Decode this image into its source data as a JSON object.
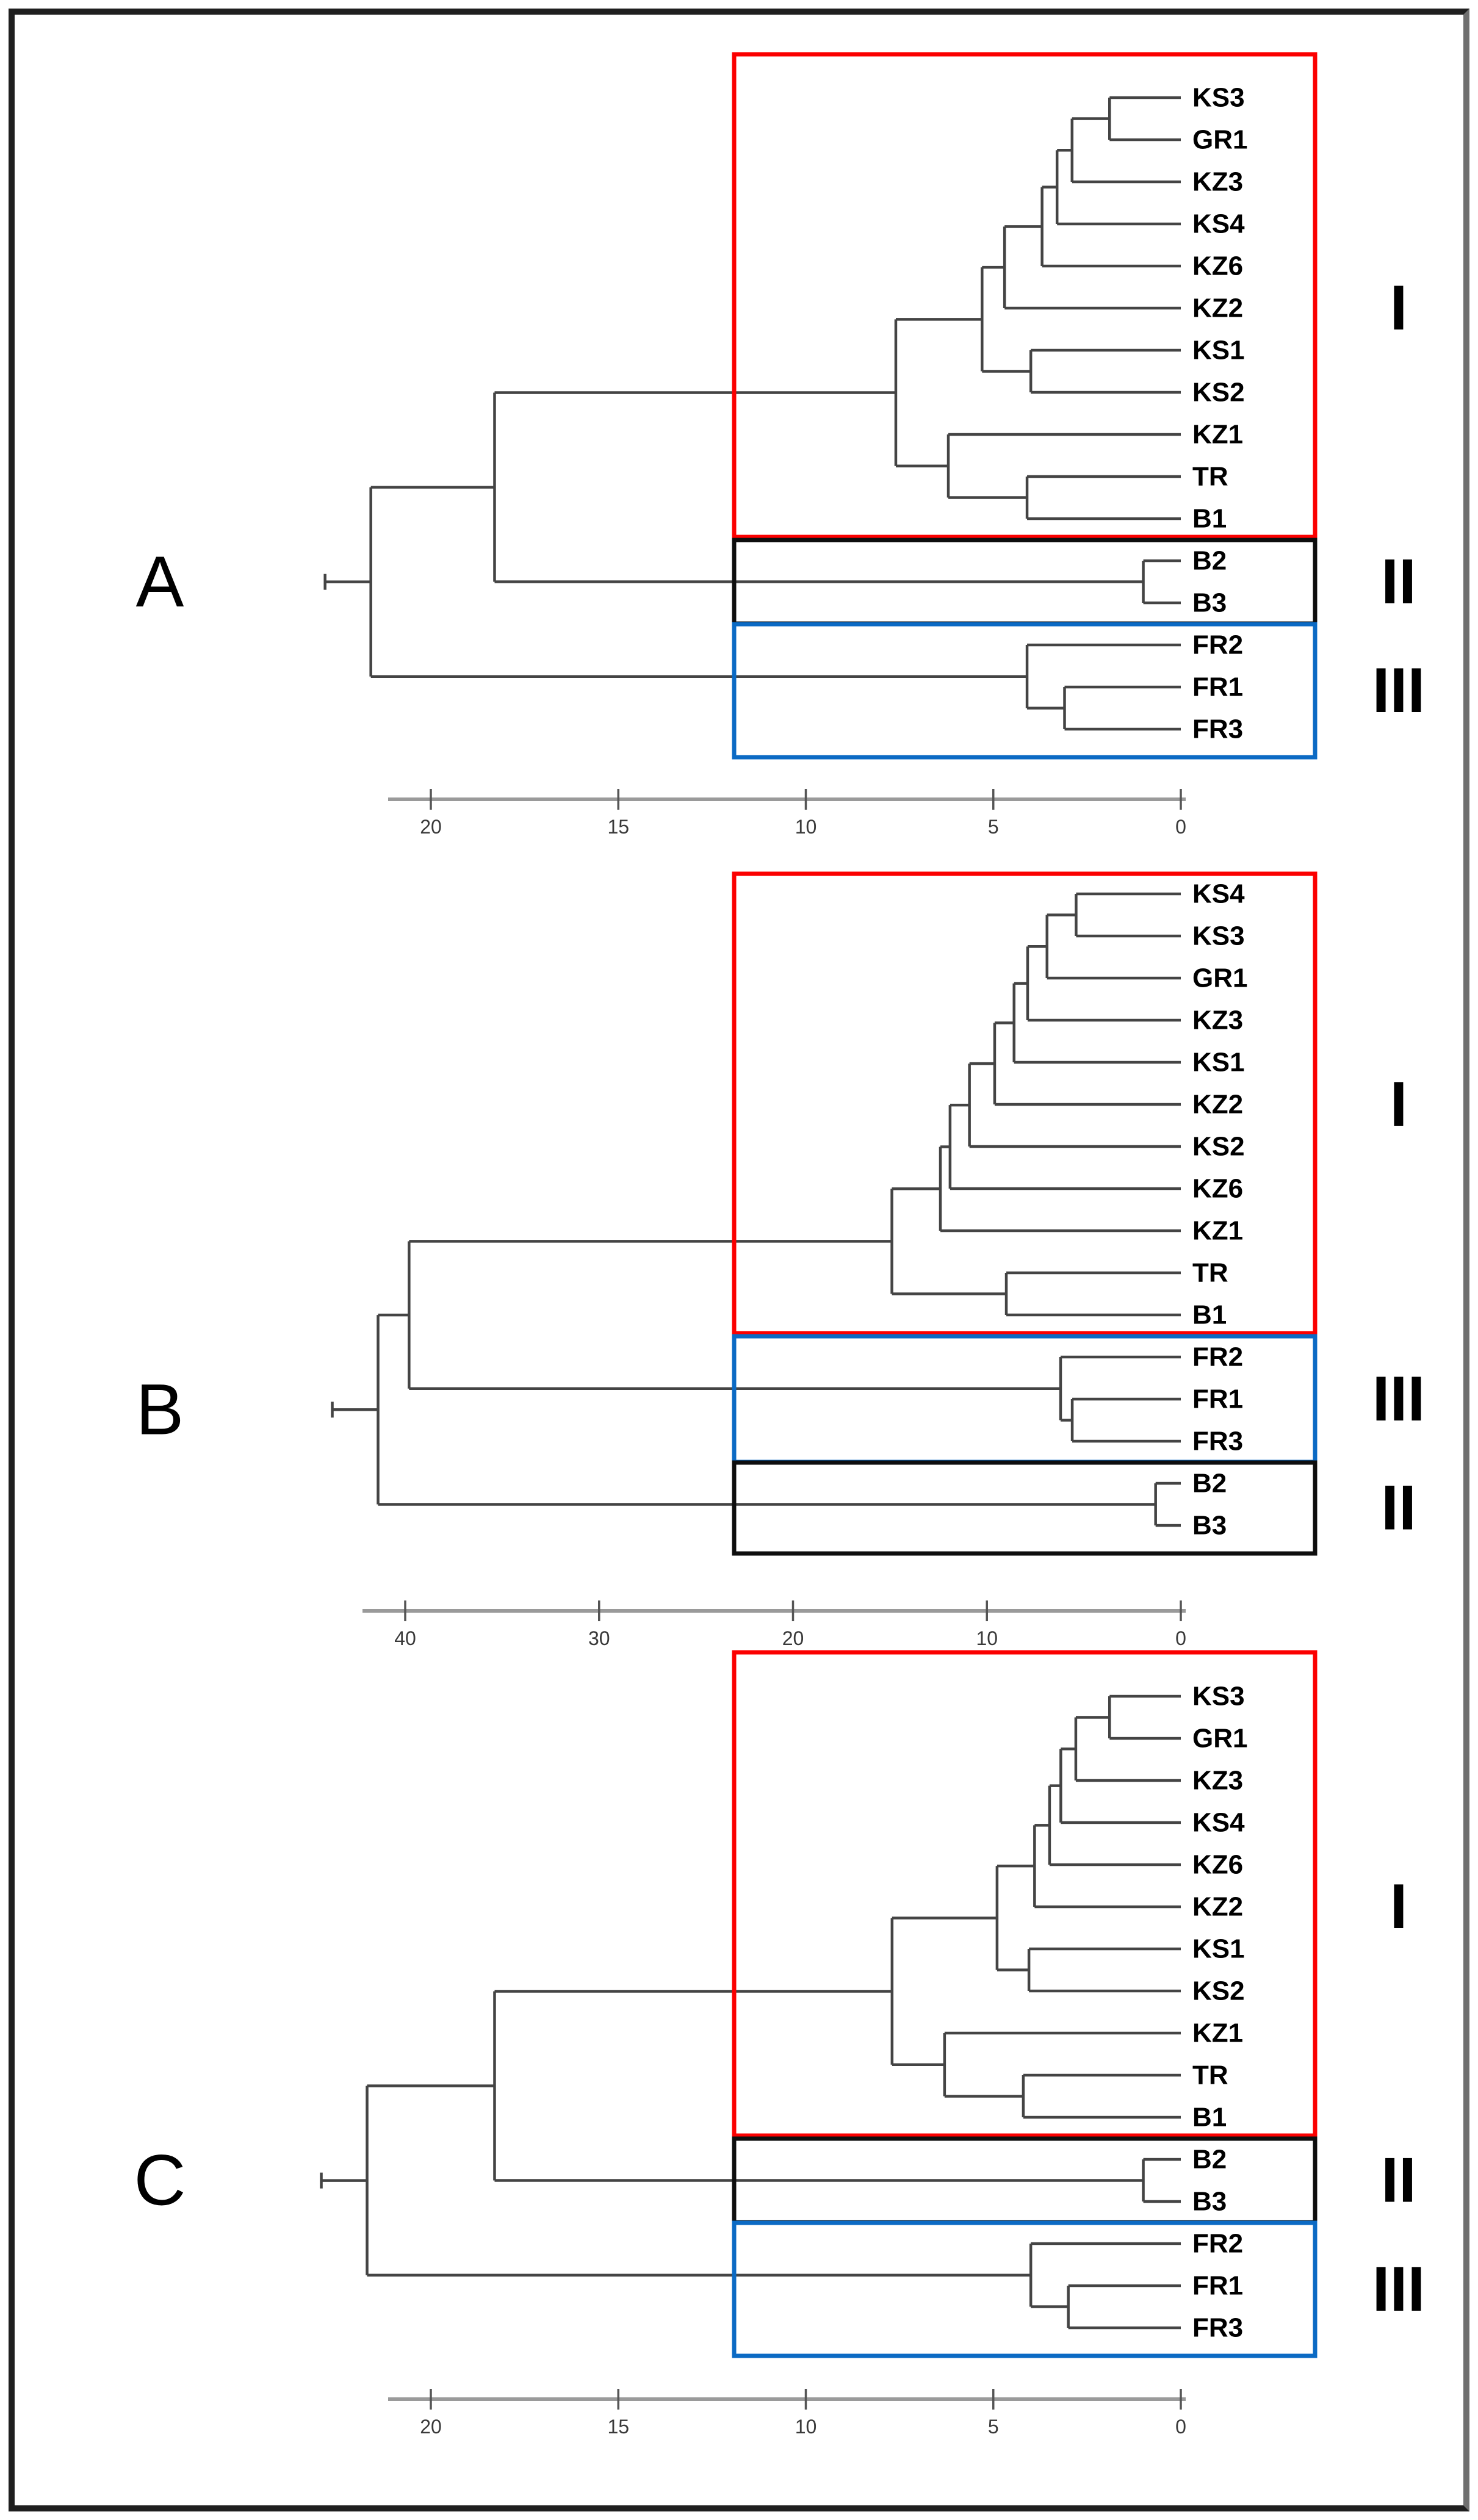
{
  "figure": {
    "background": "#ffffff",
    "frame_color": "#1f1f1f",
    "branch_color": "#444444",
    "axis_color": "#9a9a9a",
    "tick_color": "#555555",
    "tick_label_color": "#3a3a3a",
    "text_color": "#000000"
  },
  "chart_data": {
    "type": "dendrogram",
    "orientation": "horizontal, leaves right-aligned at 0, distance increasing to the left",
    "panels": [
      {
        "label": "A",
        "axis_ticks": [
          20,
          15,
          10,
          5,
          0
        ],
        "leaf_order": [
          "KS3",
          "GR1",
          "KZ3",
          "KS4",
          "KZ6",
          "KZ2",
          "KS1",
          "KS2",
          "KZ1",
          "TR",
          "B1",
          "B2",
          "B3",
          "FR2",
          "FR1",
          "FR3"
        ],
        "merges": [
          [
            "KS3",
            "GR1",
            1.9
          ],
          [
            "m0",
            "KZ3",
            2.9
          ],
          [
            "m1",
            "KS4",
            3.3
          ],
          [
            "m2",
            "KZ6",
            3.7
          ],
          [
            "m3",
            "KZ2",
            4.7
          ],
          [
            "KS1",
            "KS2",
            4.0
          ],
          [
            "m4",
            "m5",
            5.3
          ],
          [
            "TR",
            "B1",
            4.1
          ],
          [
            "KZ1",
            "m7",
            6.2
          ],
          [
            "m6",
            "m8",
            7.6
          ],
          [
            "B2",
            "B3",
            1.0
          ],
          [
            "m9",
            "m10",
            18.3
          ],
          [
            "FR1",
            "FR3",
            3.1
          ],
          [
            "FR2",
            "m12",
            4.1
          ],
          [
            "m11",
            "m13",
            21.6
          ]
        ],
        "clusters": [
          {
            "label": "I",
            "color": "#fb0000",
            "first": "KS3",
            "last": "B1"
          },
          {
            "label": "II",
            "color": "#0e0e0e",
            "first": "B2",
            "last": "B3"
          },
          {
            "label": "III",
            "color": "#0b6ac4",
            "first": "FR2",
            "last": "FR3"
          }
        ]
      },
      {
        "label": "B",
        "axis_ticks": [
          40,
          30,
          20,
          10,
          0
        ],
        "leaf_order": [
          "KS4",
          "KS3",
          "GR1",
          "KZ3",
          "KS1",
          "KZ2",
          "KS2",
          "KZ6",
          "KZ1",
          "TR",
          "B1",
          "FR2",
          "FR1",
          "FR3",
          "B2",
          "B3"
        ],
        "merges": [
          [
            "KS4",
            "KS3",
            5.4
          ],
          [
            "m0",
            "GR1",
            6.9
          ],
          [
            "m1",
            "KZ3",
            7.9
          ],
          [
            "m2",
            "KS1",
            8.6
          ],
          [
            "m3",
            "KZ2",
            9.6
          ],
          [
            "m4",
            "KS2",
            10.9
          ],
          [
            "m5",
            "KZ6",
            11.9
          ],
          [
            "m6",
            "KZ1",
            12.4
          ],
          [
            "TR",
            "B1",
            9.0
          ],
          [
            "m7",
            "m8",
            14.9
          ],
          [
            "FR1",
            "FR3",
            5.6
          ],
          [
            "FR2",
            "m10",
            6.2
          ],
          [
            "m9",
            "m11",
            39.8
          ],
          [
            "B2",
            "B3",
            1.3
          ],
          [
            "m12",
            "m13",
            41.4
          ]
        ],
        "clusters": [
          {
            "label": "I",
            "color": "#fb0000",
            "first": "KS4",
            "last": "B1"
          },
          {
            "label": "III",
            "color": "#0b6ac4",
            "first": "FR2",
            "last": "FR3"
          },
          {
            "label": "II",
            "color": "#0e0e0e",
            "first": "B2",
            "last": "B3"
          }
        ]
      },
      {
        "label": "C",
        "axis_ticks": [
          20,
          15,
          10,
          5,
          0
        ],
        "leaf_order": [
          "KS3",
          "GR1",
          "KZ3",
          "KS4",
          "KZ6",
          "KZ2",
          "KS1",
          "KS2",
          "KZ1",
          "TR",
          "B1",
          "B2",
          "B3",
          "FR2",
          "FR1",
          "FR3"
        ],
        "merges": [
          [
            "KS3",
            "GR1",
            1.9
          ],
          [
            "m0",
            "KZ3",
            2.8
          ],
          [
            "m1",
            "KS4",
            3.2
          ],
          [
            "m2",
            "KZ6",
            3.5
          ],
          [
            "m3",
            "KZ2",
            3.9
          ],
          [
            "KS1",
            "KS2",
            4.05
          ],
          [
            "m4",
            "m5",
            4.9
          ],
          [
            "TR",
            "B1",
            4.2
          ],
          [
            "KZ1",
            "m7",
            6.3
          ],
          [
            "m6",
            "m8",
            7.7
          ],
          [
            "B2",
            "B3",
            1.0
          ],
          [
            "m9",
            "m10",
            18.3
          ],
          [
            "FR1",
            "FR3",
            3.0
          ],
          [
            "FR2",
            "m12",
            4.0
          ],
          [
            "m11",
            "m13",
            21.7
          ]
        ],
        "clusters": [
          {
            "label": "I",
            "color": "#fb0000",
            "first": "KS3",
            "last": "B1"
          },
          {
            "label": "II",
            "color": "#0e0e0e",
            "first": "B2",
            "last": "B3"
          },
          {
            "label": "III",
            "color": "#0b6ac4",
            "first": "FR2",
            "last": "FR3"
          }
        ]
      }
    ]
  }
}
